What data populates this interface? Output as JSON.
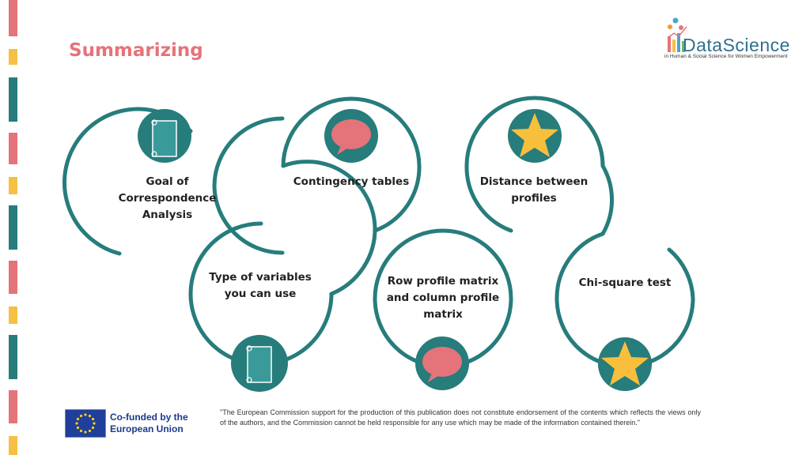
{
  "page": {
    "title": "Summarizing"
  },
  "logo": {
    "word": "DataScience",
    "tagline": "in Human & Social Science for Women Empowerment"
  },
  "colors": {
    "teal": "#277c7c",
    "accent_red": "#e5737a",
    "star_yellow": "#f7bf3c",
    "stripe_yellow": "#f6c044"
  },
  "steps": [
    {
      "label": "Goal of Correspondence Analysis",
      "icon": "scroll-icon"
    },
    {
      "label": "Type of variables you can use",
      "icon": "scroll-icon"
    },
    {
      "label": "Contingency tables",
      "icon": "speech-bubble-icon"
    },
    {
      "label": "Row profile matrix and column profile matrix",
      "icon": "speech-bubble-icon"
    },
    {
      "label": "Distance between profiles",
      "icon": "star-icon"
    },
    {
      "label": "Chi-square test",
      "icon": "star-icon"
    }
  ],
  "footer": {
    "funding": "Co-funded by the European Union",
    "disclaimer": "\"The European Commission support for the production of this publication does not constitute endorsement of the contents which reflects the views only of the authors, and the Commission cannot be held responsible for any use which may be made of the information contained therein.\""
  }
}
